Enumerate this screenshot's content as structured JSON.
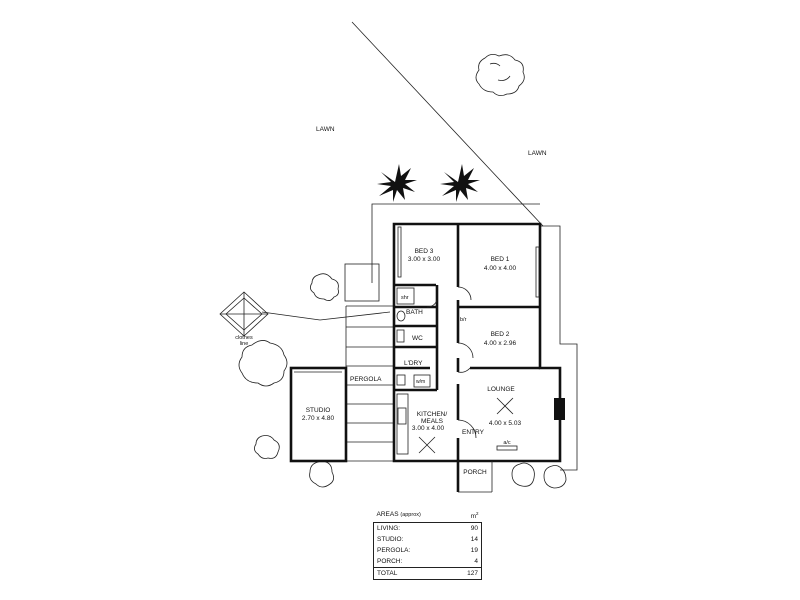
{
  "outdoor": {
    "lawn_left": "LAWN",
    "lawn_right": "LAWN",
    "clothes_line": "clothes\nline"
  },
  "rooms": {
    "bed3": {
      "name": "BED 3",
      "dims": "3.00 x 3.00"
    },
    "bed1": {
      "name": "BED 1",
      "dims": "4.00 x 4.00"
    },
    "bed2": {
      "name": "BED 2",
      "dims": "4.00 x 2.96"
    },
    "shr": "shr",
    "bath": "BATH",
    "wc": "WC",
    "bir": "b/r",
    "ldry": "L'DRY",
    "wm": "w/m",
    "lounge": {
      "name": "LOUNGE",
      "dims": "4.00 x 5.03"
    },
    "kitchen": {
      "name": "KITCHEN/",
      "name2": "MEALS",
      "dims": "3.00 x 4.00"
    },
    "studio": {
      "name": "STUDIO",
      "dims": "2.70 x 4.80"
    },
    "pergola": "PERGOLA",
    "entry": "ENTRY",
    "porch": "PORCH",
    "ac": "a/c"
  },
  "areas": {
    "title": "AREAS",
    "qualifier": "(approx)",
    "unit": "m",
    "unit_power": "2",
    "rows": [
      {
        "label": "LIVING:",
        "value": "90"
      },
      {
        "label": "STUDIO:",
        "value": "14"
      },
      {
        "label": "PERGOLA:",
        "value": "19"
      },
      {
        "label": "PORCH:",
        "value": "4"
      }
    ],
    "total": {
      "label": "TOTAL",
      "value": "127"
    }
  }
}
